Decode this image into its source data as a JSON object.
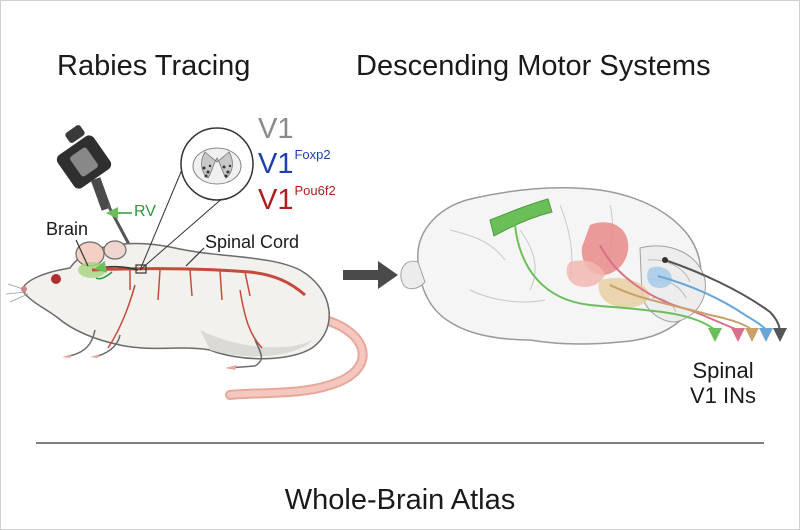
{
  "titles": {
    "left": "Rabies Tracing",
    "right": "Descending Motor Systems",
    "bottom": "Whole-Brain Atlas"
  },
  "v1_labels": {
    "v1": "V1",
    "foxp2_base": "V1",
    "foxp2_sup": "Foxp2",
    "pou6f2_base": "V1",
    "pou6f2_sup": "Pou6f2"
  },
  "annotations": {
    "brain": "Brain",
    "rv": "RV",
    "spinal_cord": "Spinal Cord",
    "spinal_line1": "Spinal",
    "spinal_line2": "V1 INs"
  },
  "colors": {
    "v1_gray": "#8a8a8a",
    "v1_foxp2": "#1f3fb0",
    "v1_pou6f2": "#b01e1e",
    "rv_green": "#2a9a3a",
    "tract_green": "#6bbf59",
    "tract_pink": "#d9708a",
    "tract_tan": "#c9a06a",
    "tract_blue": "#6aa7d8",
    "tract_dark": "#555555"
  },
  "icons": [
    "syringe-icon",
    "mouse-icon",
    "spinal-cross-section-icon",
    "brain-sagittal-icon",
    "arrow-right-icon"
  ]
}
